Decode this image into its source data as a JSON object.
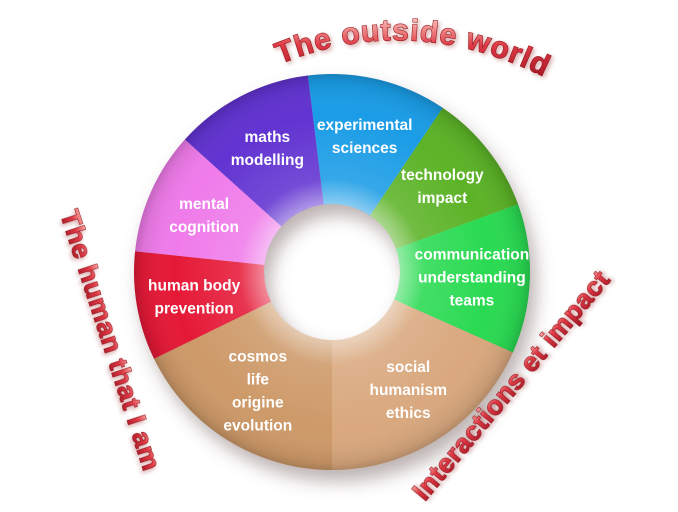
{
  "colors": {
    "background": "#ffffff",
    "slice_label_text": "#ffffff",
    "ring_text_main": "#cf2230",
    "ring_text_outline": "#8e1119"
  },
  "chart_data": {
    "type": "pie",
    "donut": true,
    "legend": "none",
    "grid": "off",
    "outer_labels": [
      {
        "text": "The outside world",
        "position": "top"
      },
      {
        "text": "The human that I am",
        "position": "left"
      },
      {
        "text": "Interactions et impact",
        "position": "right"
      }
    ],
    "slices": [
      {
        "id": "experimental-sciences",
        "label": "experimental sciences",
        "lines": [
          "experimental",
          "sciences"
        ],
        "color": "#1a9ce6",
        "start_deg": -7,
        "end_deg": 34
      },
      {
        "id": "technology-impact",
        "label": "technology impact",
        "lines": [
          "technology",
          "impact"
        ],
        "color": "#5cb327",
        "start_deg": 34,
        "end_deg": 70
      },
      {
        "id": "communication-understanding-teams",
        "label": "communication understanding teams",
        "lines": [
          "communication",
          "understanding",
          "teams"
        ],
        "color": "#2ada52",
        "start_deg": 70,
        "end_deg": 114
      },
      {
        "id": "social-humanism-ethics",
        "label": "social humanism ethics",
        "lines": [
          "social",
          "humanism",
          "ethics"
        ],
        "color": "#d9a87e",
        "start_deg": 114,
        "end_deg": 180
      },
      {
        "id": "cosmos-life-origine-evolution",
        "label": "cosmos life origine evolution",
        "lines": [
          "cosmos",
          "life",
          "origine",
          "evolution"
        ],
        "color": "#cd9968",
        "start_deg": 180,
        "end_deg": 244
      },
      {
        "id": "human-body-prevention",
        "label": "human body prevention",
        "lines": [
          "human body",
          "prevention"
        ],
        "color": "#e51937",
        "start_deg": 244,
        "end_deg": 276
      },
      {
        "id": "mental-cognition",
        "label": "mental cognition",
        "lines": [
          "mental",
          "cognition"
        ],
        "color": "#ef7bea",
        "start_deg": 276,
        "end_deg": 312
      },
      {
        "id": "maths-modelling",
        "label": "maths modelling",
        "lines": [
          "maths",
          "modelling"
        ],
        "color": "#6133d1",
        "start_deg": 312,
        "end_deg": 353
      }
    ]
  }
}
